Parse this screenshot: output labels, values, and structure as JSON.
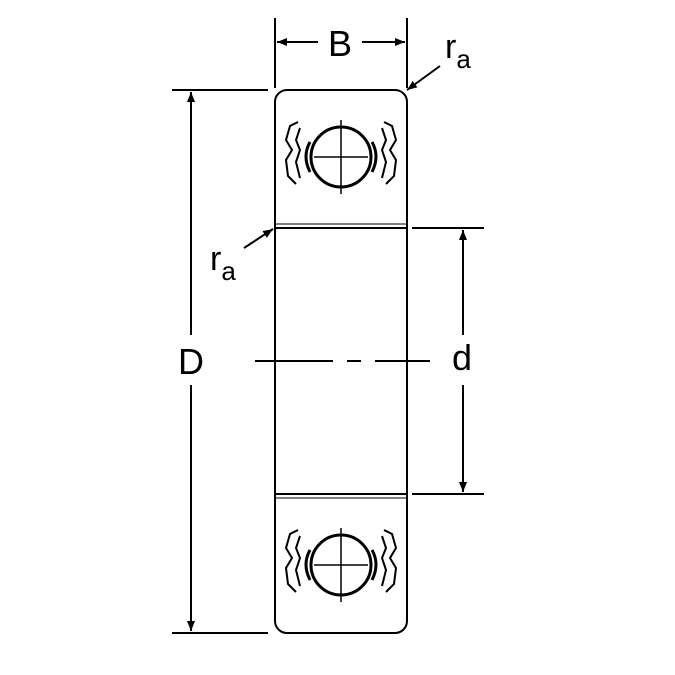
{
  "labels": {
    "width": "B",
    "outer_diameter": "D",
    "bore_diameter": "d",
    "fillet_radius": "r",
    "fillet_radius_subscript": "a"
  },
  "colors": {
    "line": "#000000",
    "background": "#ffffff"
  }
}
